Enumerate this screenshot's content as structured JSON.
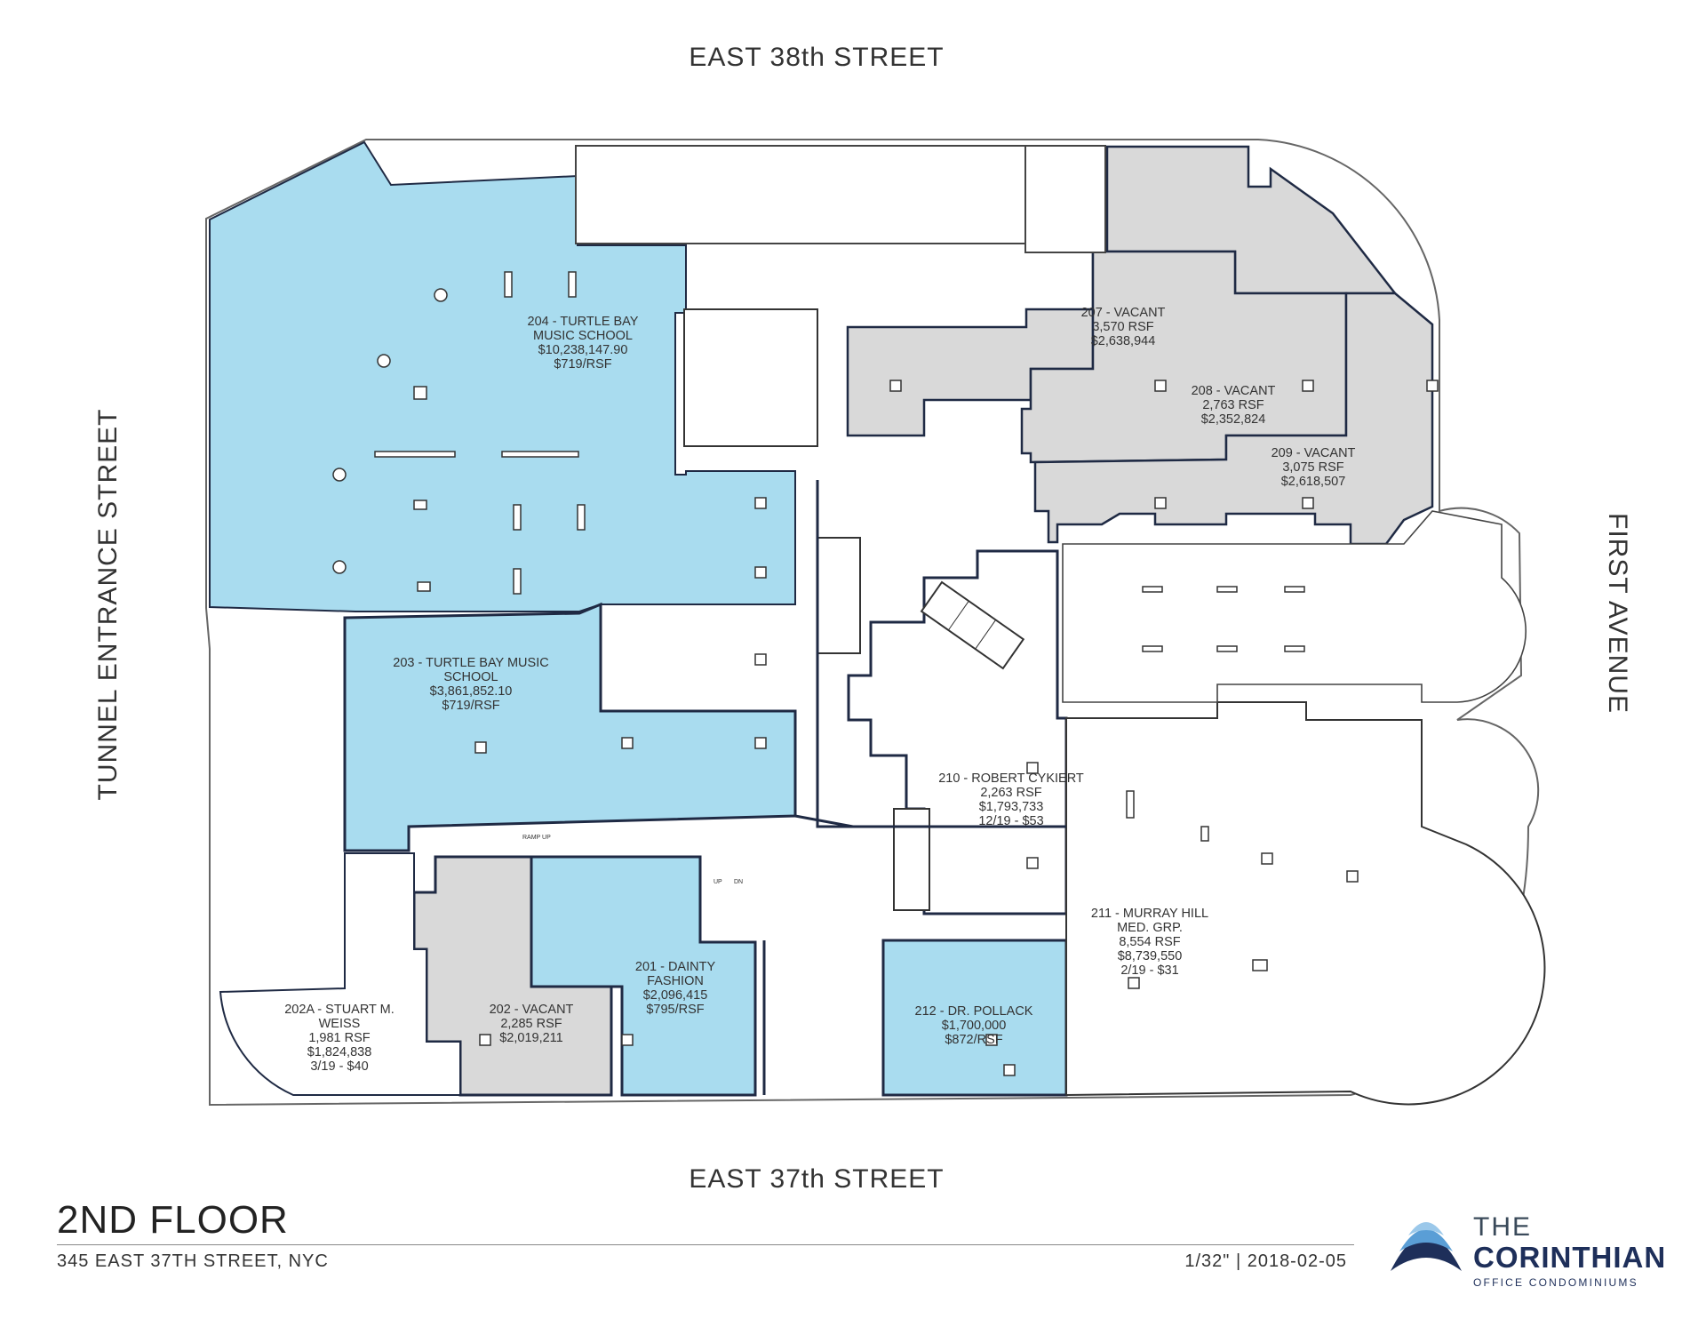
{
  "streets": {
    "north": "EAST 38th STREET",
    "south": "EAST 37th STREET",
    "west": "TUNNEL ENTRANCE STREET",
    "east": "FIRST AVENUE"
  },
  "colors": {
    "occupied": "#a9dcef",
    "vacant": "#d9d9d9",
    "wall": "#1f2a44",
    "thin_line": "#444444"
  },
  "units": [
    {
      "id": "204",
      "lines": [
        "204 - TURTLE BAY",
        "MUSIC SCHOOL",
        "$10,238,147.90",
        "$719/RSF"
      ],
      "status": "occupied"
    },
    {
      "id": "203",
      "lines": [
        "203 - TURTLE BAY MUSIC",
        "SCHOOL",
        "$3,861,852.10",
        "$719/RSF"
      ],
      "status": "occupied"
    },
    {
      "id": "207",
      "lines": [
        "207 - VACANT",
        "3,570 RSF",
        "$2,638,944"
      ],
      "status": "vacant"
    },
    {
      "id": "208",
      "lines": [
        "208 - VACANT",
        "2,763 RSF",
        "$2,352,824"
      ],
      "status": "vacant"
    },
    {
      "id": "209",
      "lines": [
        "209 - VACANT",
        "3,075 RSF",
        "$2,618,507"
      ],
      "status": "vacant"
    },
    {
      "id": "210",
      "lines": [
        "210 - ROBERT CYKIERT",
        "2,263 RSF",
        "$1,793,733",
        "12/19 - $53"
      ],
      "status": "unshaded"
    },
    {
      "id": "211",
      "lines": [
        "211 - MURRAY HILL",
        "MED. GRP.",
        "8,554 RSF",
        "$8,739,550",
        "2/19 - $31"
      ],
      "status": "unshaded"
    },
    {
      "id": "201",
      "lines": [
        "201 - DAINTY",
        "FASHION",
        "$2,096,415",
        "$795/RSF"
      ],
      "status": "occupied"
    },
    {
      "id": "202",
      "lines": [
        "202 - VACANT",
        "2,285 RSF",
        "$2,019,211"
      ],
      "status": "vacant"
    },
    {
      "id": "202A",
      "lines": [
        "202A - STUART M.",
        "WEISS",
        "1,981 RSF",
        "$1,824,838",
        "3/19 - $40"
      ],
      "status": "unshaded"
    },
    {
      "id": "212",
      "lines": [
        "212 - DR. POLLACK",
        "$1,700,000",
        "$872/RSF"
      ],
      "status": "occupied"
    }
  ],
  "annotations": {
    "ramp": "RAMP UP",
    "stair_up": "UP",
    "stair_dn": "DN"
  },
  "footer": {
    "title": "2ND FLOOR",
    "address": "345 EAST 37TH STREET, NYC",
    "scale_date": "1/32\" | 2018-02-05"
  },
  "logo": {
    "the": "THE",
    "name": "CORINTHIAN",
    "sub": "OFFICE CONDOMINIUMS"
  }
}
